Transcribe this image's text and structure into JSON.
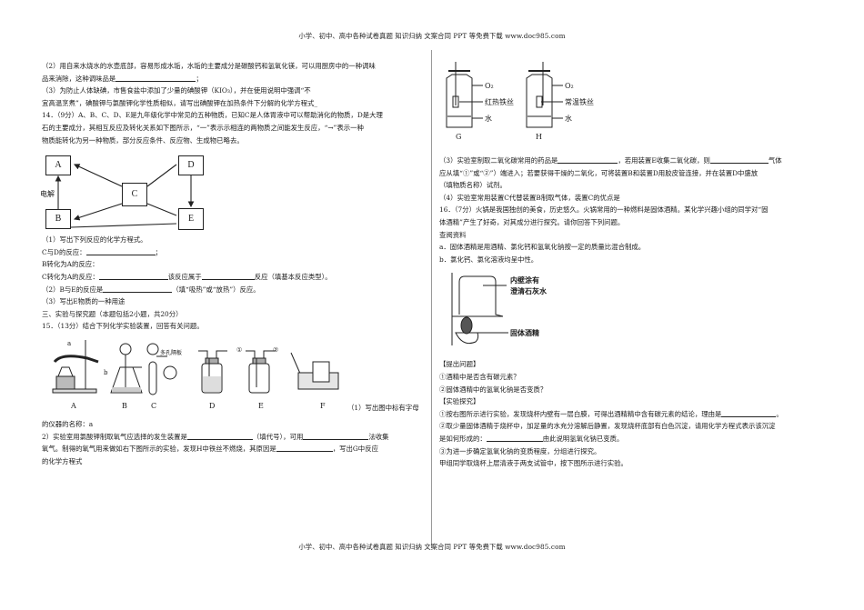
{
  "header": {
    "text": "小学、初中、高中各种试卷真题 知识归纳 文案合同 PPT 等免费下载  www.doc985.com"
  },
  "footer": {
    "text": "小学、初中、高中各种试卷真题 知识归纳 文案合同 PPT 等免费下载  www.doc985.com"
  },
  "left": {
    "q13_2_a": "（2）用自来水烧水的水壶底部，容易形成水垢，水垢的主要成分是碳酸钙和氢氧化镁，可以用厨房中的一种调味",
    "q13_2_b": "品来消除，这种调味品是",
    "q13_2_b_end": "；",
    "q13_3_a": "（3）为防止人体缺碘，市售食盐中添加了少量的碘酸钾（KIO₃），并在使用说明中强调“不",
    "q13_3_b": "宜高温烹煮”，碘酸钾与氯酸钾化学性质相似，请写出碘酸钾在加热条件下分解的化学方程式_",
    "q14_a": "14．（9分）A、B、C、D、E是九年级化学中常见的五种物质，已知C是人体胃液中可以帮助消化的物质，D是大理",
    "q14_b": "石的主要成分，其相互反应及转化关系如下图所示，“一”表示示相连的两物质之间能发生反应，“→”表示一种",
    "q14_c": "物质能转化为另一种物质，部分反应条件、反应物、生成物已略去。",
    "diagram": {
      "nodes": [
        "A",
        "B",
        "C",
        "D",
        "E"
      ],
      "edge_label": "电解"
    },
    "q14_1": "（1）写出下列反应的化学方程式。",
    "q14_cd": "C与D的反应：",
    "q14_cd_end": "；",
    "q14_ba": "B转化为A的反应：",
    "q14_ca": "C转化为A的反应：",
    "q14_ca_mid": "该反应属于",
    "q14_ca_end": "反应（填基本反应类型）。",
    "q14_2": "（2）B与E的反应是",
    "q14_2_end": "（填“吸热”或“放热”）反应。",
    "q14_3": "（3）写出E物质的一种用途",
    "section3": "三、实验与探究题（本题包括2小题，共20分）",
    "q15": "15．（13分）结合下列化学实验装置，回答有关问题。",
    "apparatus": {
      "labels": [
        "A",
        "B",
        "C",
        "D",
        "E",
        "F"
      ],
      "marker_a": "a",
      "marker_b": "b",
      "porous_plate": "多孔隔板",
      "port1": "①",
      "port2": "②"
    },
    "q15_1_a": "（1）写出图中标有字母",
    "q15_1_b": "的仪器的名称：a",
    "q15_2_a": "2）实验室用氯酸钾制取氧气应选择的发生装置是",
    "q15_2_a_mid": "（填代号），可用",
    "q15_2_a_end": "法收集",
    "q15_2_b": "氧气。制得的氧气用来做如右下图所示的实验，发现H中铁丝不燃烧，其原因是",
    "q15_2_b_end": "，写出G中反应",
    "q15_2_c": "的化学方程式"
  },
  "right": {
    "gh_figure": {
      "o2": "O₂",
      "g_wire": "红热铁丝",
      "h_wire": "常温铁丝",
      "water": "水",
      "g_label": "G",
      "h_label": "H"
    },
    "q15_3_a": "（3）实验室制取二氧化碳常用的药品是",
    "q15_3_a_mid": "，若用装置E收集二氧化碳，则",
    "q15_3_a_end": "气体",
    "q15_3_b": "应从填“①”或“②”）端进入；若要获得干燥的二氧化，可将装置B和装置D用胶皮管连接，并在装置D中盛放",
    "q15_3_c": "（填物质名称）试剂。",
    "q15_4": "（4）实验室常用装置C代替装置B制取气体，装置C的优点是",
    "q16_a": "16．（7分）火锅是我国独创的美食，历史悠久。火锅常用的一种燃料是固体酒精。某化学兴趣小组的同学对“固",
    "q16_b": "体酒精”产生了好奇，对其成分进行探究。请你回答下列问题。",
    "ref_title": "查阅资料",
    "ref_a": "a．固体酒精是用酒精、氯化钙和氢氧化钠按一定的质量比混合制成。",
    "ref_b": "b．氯化钙、氯化溶液均呈中性。",
    "beaker_figure": {
      "label1": "内壁涂有",
      "label2": "澄清石灰水",
      "label3": "固体酒精"
    },
    "ask_title": "【提出问题】",
    "ask_1": "①酒精中是否含有碳元素？",
    "ask_2": "②固体酒精中的氢氧化钠是否变质？",
    "exp_title": "【实验探究】",
    "exp_1": "①按右图所示进行实验，发现烧杯内壁有一层白膜，可得出酒精精中含有碳元素的结论，理由是",
    "exp_1_end": "。",
    "exp_2_a": "②取少量固体酒精于烧杯中，加足量的水充分溶解后静置，发现烧杯底部有白色沉淀，请用化学方程式表示该沉淀",
    "exp_2_b": "是如何形成的：",
    "exp_2_b_end": "由此说明氢氧化钠已变质。",
    "exp_3": "③为进一步确定氢氧化钠的变质程度，分组进行探究。",
    "exp_4": "甲组同学取烧杯上层清液于两支试管中，按下图所示进行实验。"
  }
}
